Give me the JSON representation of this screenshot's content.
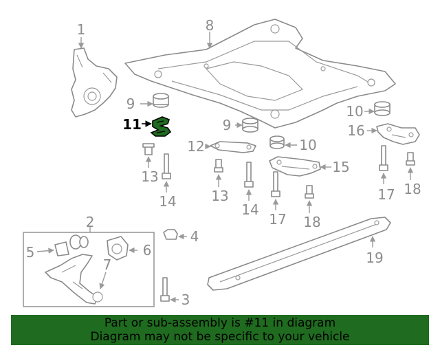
{
  "callouts": {
    "c1": "1",
    "c2": "2",
    "c3": "3",
    "c4": "4",
    "c5": "5",
    "c6": "6",
    "c7": "7",
    "c8": "8",
    "c9a": "9",
    "c9b": "9",
    "c10a": "10",
    "c10b": "10",
    "c11": "11",
    "c12": "12",
    "c13a": "13",
    "c13b": "13",
    "c14a": "14",
    "c14b": "14",
    "c15": "15",
    "c16": "16",
    "c17a": "17",
    "c17b": "17",
    "c18a": "18",
    "c18b": "18",
    "c19": "19"
  },
  "highlight": {
    "part_number": "11",
    "color": "#1f6b1f"
  },
  "banner": {
    "line1": "Part or sub-assembly is #11 in diagram",
    "line2": "Diagram may not be specific to your vehicle"
  }
}
